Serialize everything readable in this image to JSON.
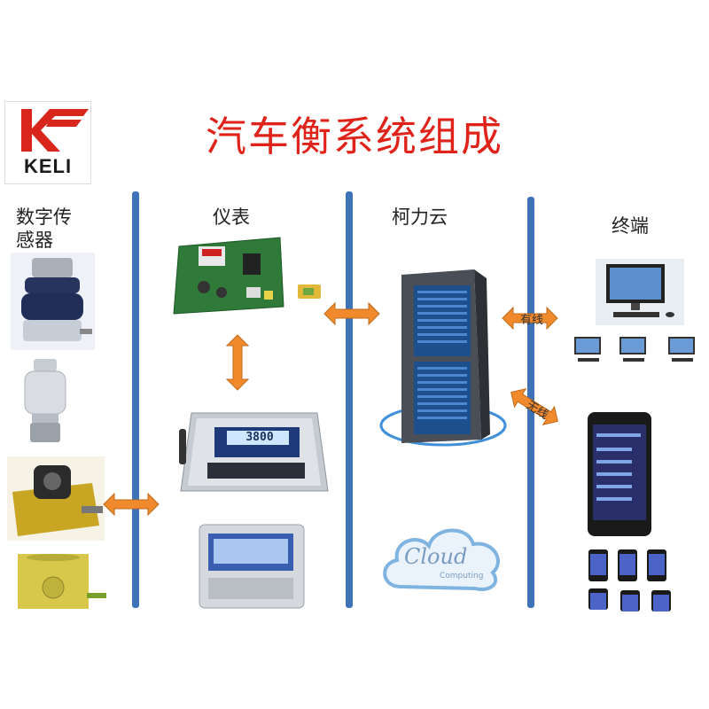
{
  "title": "汽车衡系统组成",
  "logo": {
    "text": "KELI"
  },
  "columns": {
    "sensor": "数字传感器",
    "sensor_line1": "数字传",
    "sensor_line2": "感器",
    "instrument": "仪表",
    "cloud": "柯力云",
    "terminal": "终端"
  },
  "instrument": {
    "display_reading": "3800"
  },
  "cloud_logo": {
    "word": "Cloud",
    "subword": "Computing"
  },
  "arrows": {
    "wired": "有线",
    "wireless": "无线"
  },
  "colors": {
    "title": "#e0231a",
    "divider": "#3f73b8",
    "arrow": "#f08a2c",
    "server": "#1d4f8c"
  }
}
